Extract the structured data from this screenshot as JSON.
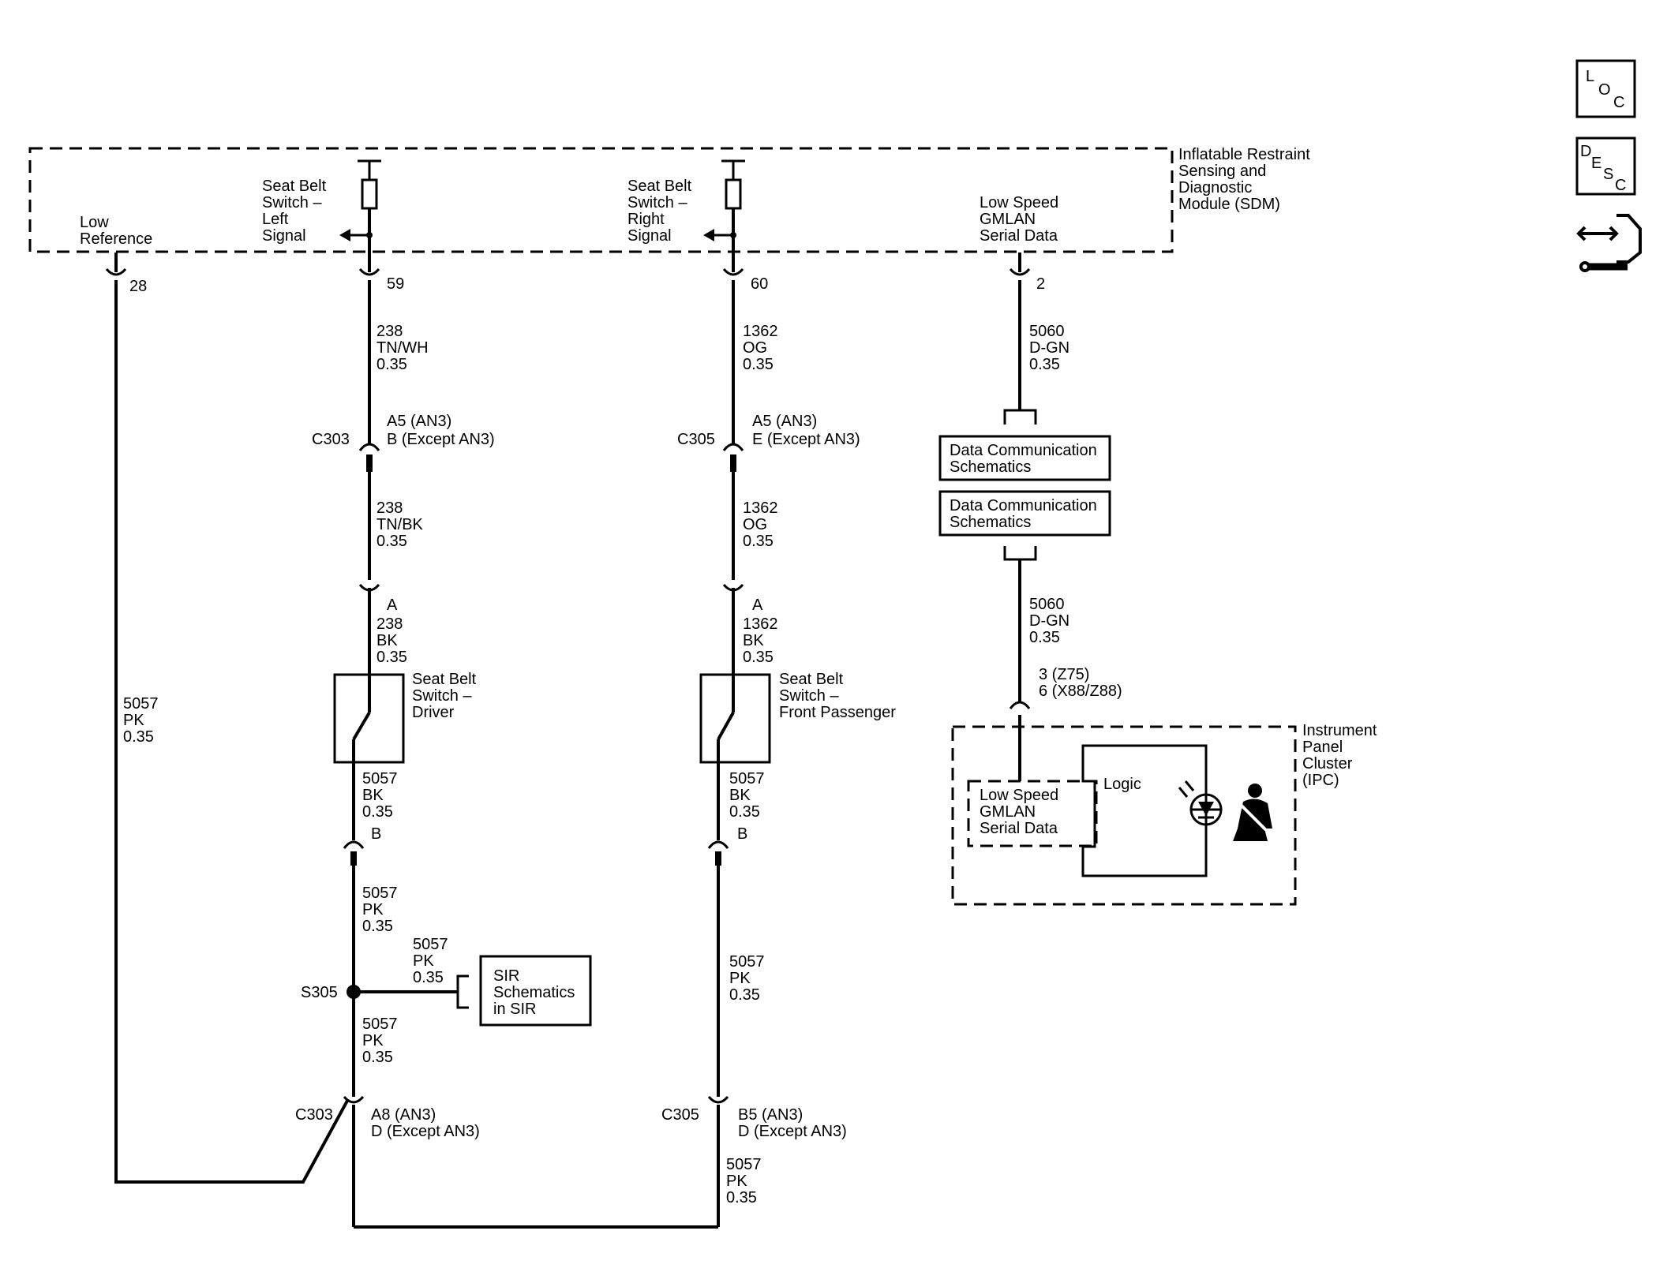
{
  "sdm": {
    "label": [
      "Inflatable Restraint",
      "Sensing and",
      "Diagnostic",
      "Module (SDM)"
    ]
  },
  "sdm_pins": {
    "low_ref": {
      "label": [
        "Low",
        "Reference"
      ],
      "pin": "28"
    },
    "left": {
      "label": [
        "Seat Belt",
        "Switch –",
        "Left",
        "Signal"
      ],
      "pin": "59"
    },
    "right": {
      "label": [
        "Seat Belt",
        "Switch –",
        "Right",
        "Signal"
      ],
      "pin": "60"
    },
    "gmlan": {
      "label": [
        "Low Speed",
        "GMLAN",
        "Serial Data"
      ],
      "pin": "2"
    }
  },
  "wires": {
    "w238_tnwh": [
      "238",
      "TN/WH",
      "0.35"
    ],
    "w238_tnbk": [
      "238",
      "TN/BK",
      "0.35"
    ],
    "w238_bk": [
      "238",
      "BK",
      "0.35"
    ],
    "w1362_a": [
      "1362",
      "OG",
      "0.35"
    ],
    "w1362_b": [
      "1362",
      "OG",
      "0.35"
    ],
    "w1362_bk": [
      "1362",
      "BK",
      "0.35"
    ],
    "w5060_a": [
      "5060",
      "D-GN",
      "0.35"
    ],
    "w5060_b": [
      "5060",
      "D-GN",
      "0.35"
    ],
    "w5057_left": [
      "5057",
      "PK",
      "0.35"
    ],
    "w5057_drv_bk": [
      "5057",
      "BK",
      "0.35"
    ],
    "w5057_pass_bk": [
      "5057",
      "BK",
      "0.35"
    ],
    "w5057_drv_pk1": [
      "5057",
      "PK",
      "0.35"
    ],
    "w5057_sir": [
      "5057",
      "PK",
      "0.35"
    ],
    "w5057_drv_pk2": [
      "5057",
      "PK",
      "0.35"
    ],
    "w5057_pass_pk": [
      "5057",
      "PK",
      "0.35"
    ],
    "w5057_bottom": [
      "5057",
      "PK",
      "0.35"
    ]
  },
  "connectors": {
    "c303_top": {
      "name": "C303",
      "pins": [
        "A5 (AN3)",
        "B (Except AN3)"
      ]
    },
    "c305_top": {
      "name": "C305",
      "pins": [
        "A5 (AN3)",
        "E (Except AN3)"
      ]
    },
    "c303_bot": {
      "name": "C303",
      "pins": [
        "A8 (AN3)",
        "D (Except AN3)"
      ]
    },
    "c305_bot": {
      "name": "C305",
      "pins": [
        "B5 (AN3)",
        "D (Except AN3)"
      ]
    },
    "drv_a": "A",
    "pass_a": "A",
    "drv_b": "B",
    "pass_b": "B",
    "ipc_pins": [
      "3 (Z75)",
      "6 (X88/Z88)"
    ]
  },
  "switches": {
    "driver": [
      "Seat Belt",
      "Switch –",
      "Driver"
    ],
    "passenger": [
      "Seat Belt",
      "Switch –",
      "Front Passenger"
    ]
  },
  "splice": {
    "name": "S305"
  },
  "sir_box": [
    "SIR",
    "Schematics",
    "in SIR"
  ],
  "data_comm": {
    "box1": [
      "Data Communication",
      "Schematics"
    ],
    "box2": [
      "Data Communication",
      "Schematics"
    ]
  },
  "ipc": {
    "label": [
      "Instrument",
      "Panel",
      "Cluster",
      "(IPC)"
    ],
    "gmlan": [
      "Low Speed",
      "GMLAN",
      "Serial Data"
    ],
    "logic": "Logic"
  },
  "side_icons": {
    "loc": {
      "icon": "loc-icon",
      "letters": [
        "L",
        "O",
        "C"
      ]
    },
    "desc": {
      "icon": "desc-icon",
      "letters": [
        "D",
        "E",
        "S",
        "C"
      ]
    },
    "diag": {
      "icon": "diagnostic-connector-icon"
    }
  }
}
